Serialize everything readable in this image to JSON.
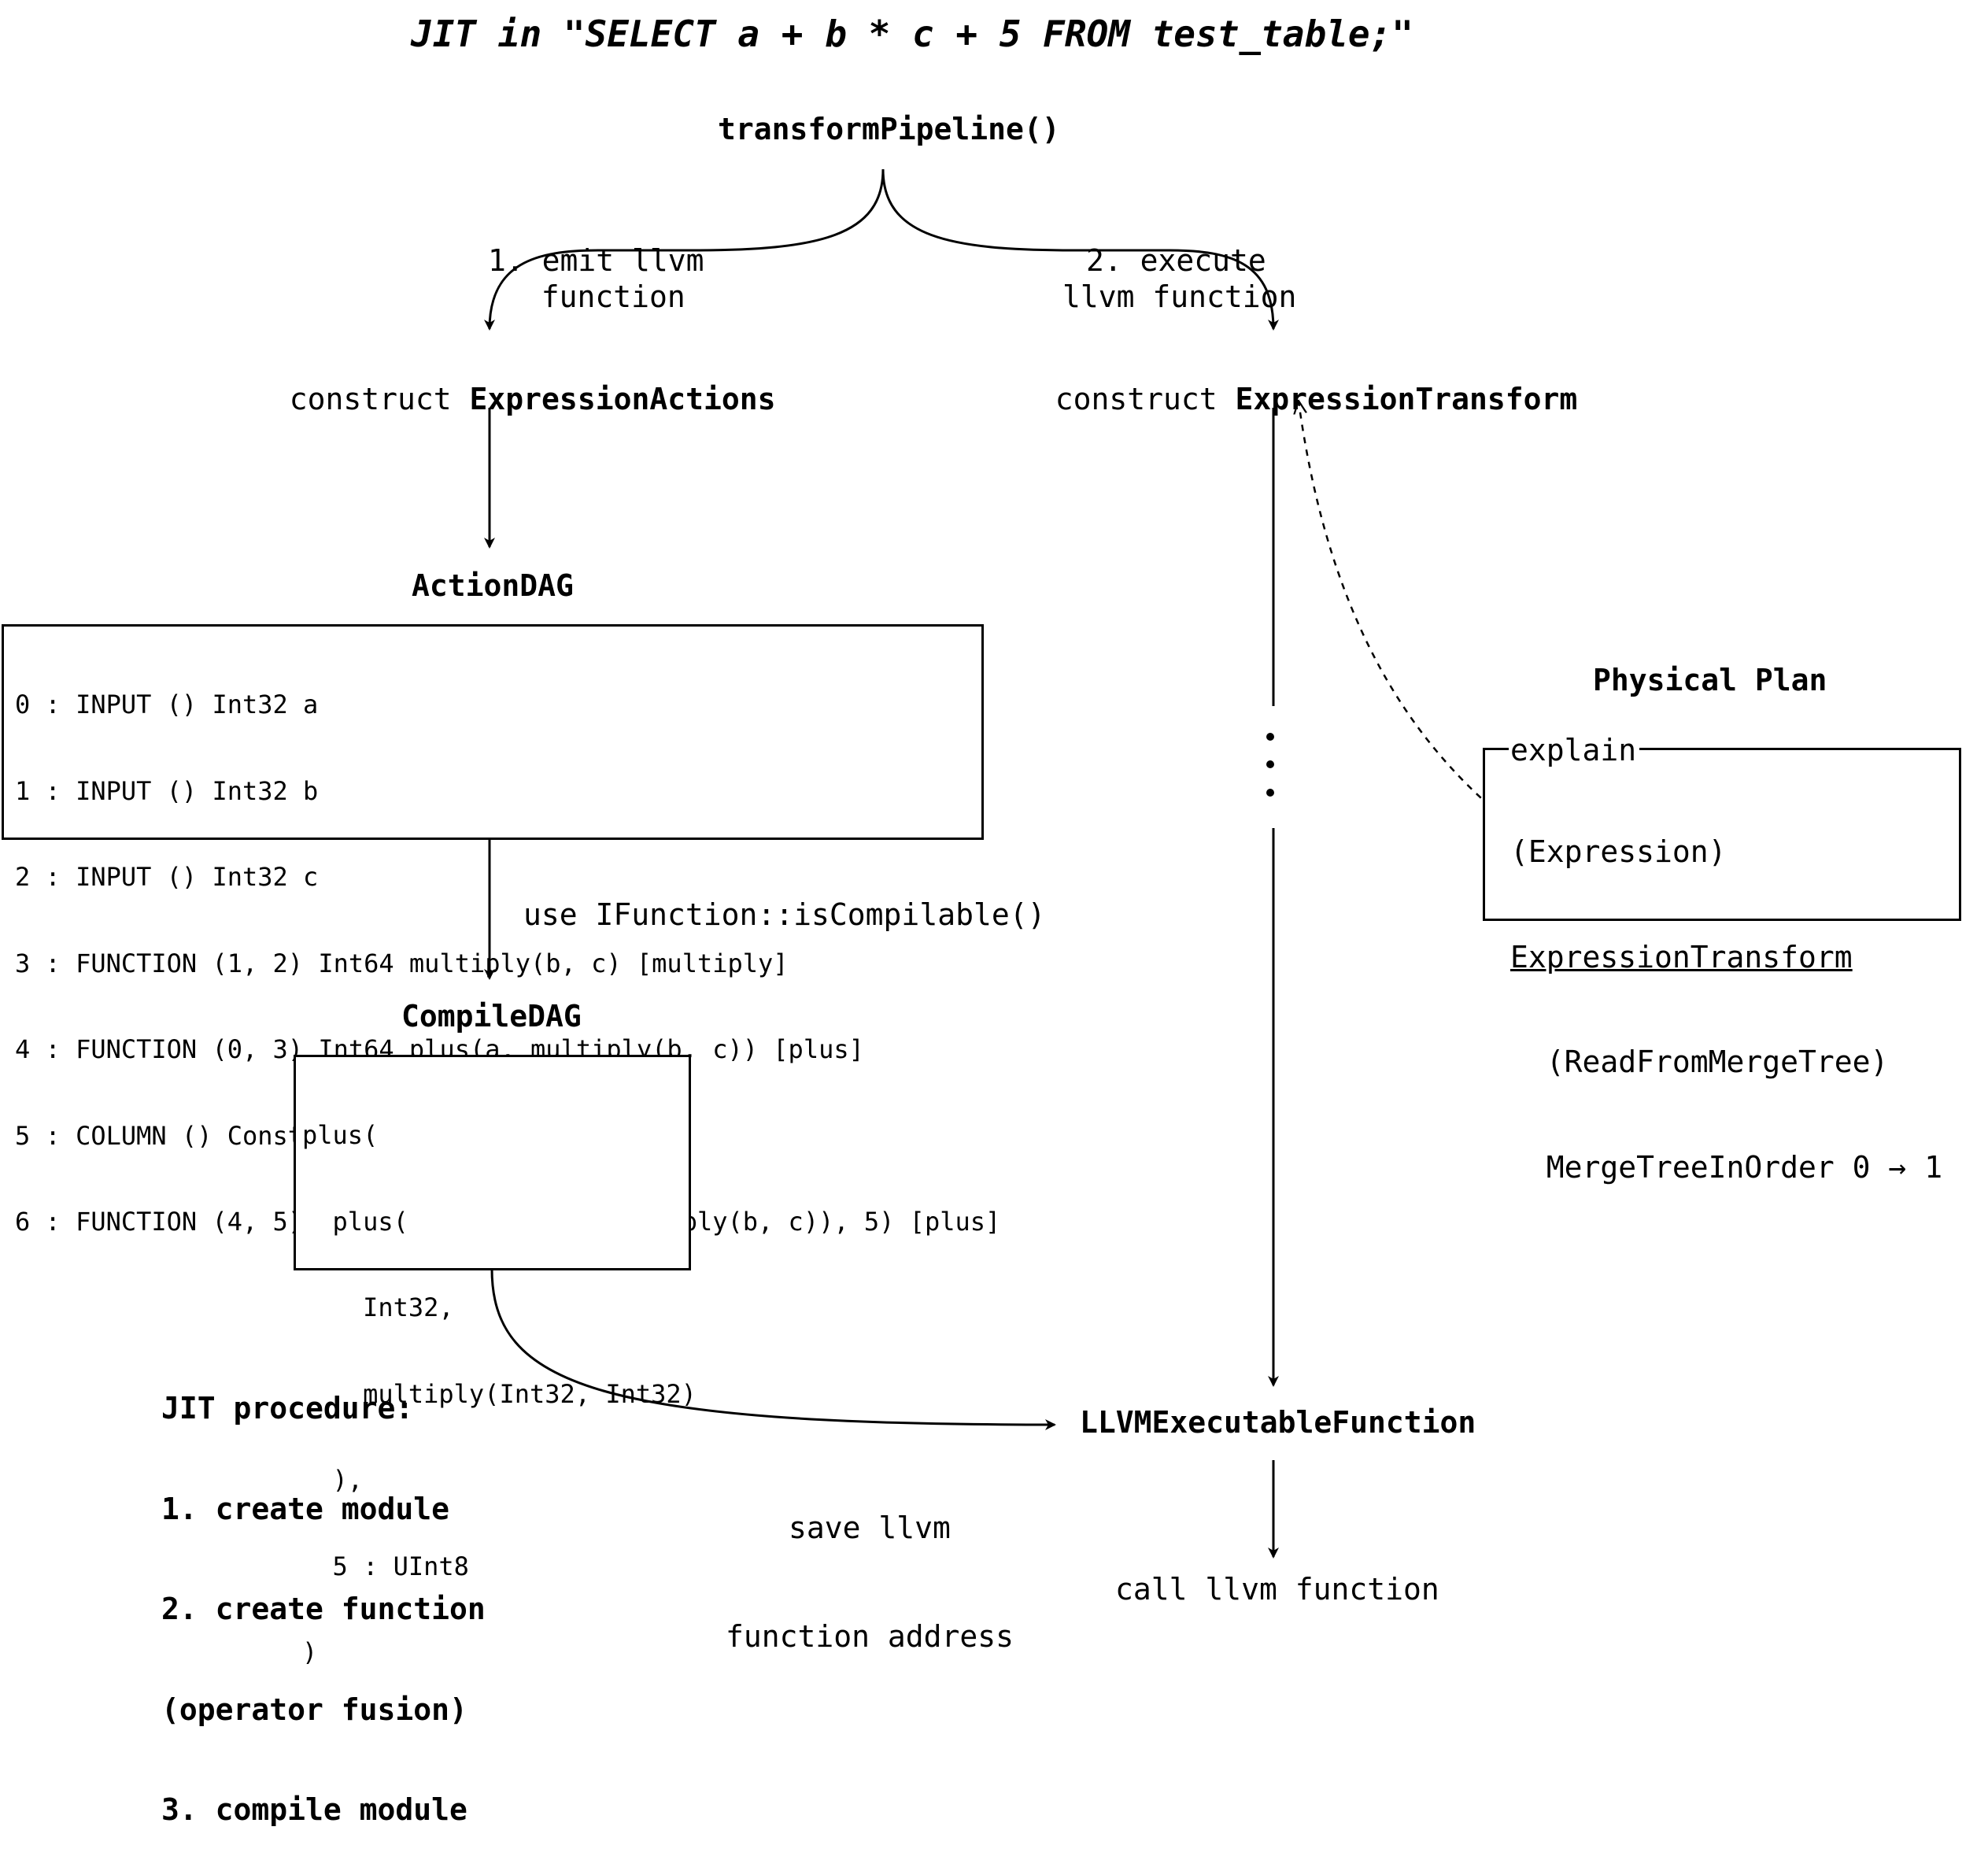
{
  "title": "JIT in \"SELECT a + b * c + 5 FROM test_table;\"",
  "top_node": "transformPipeline()",
  "edge_emit": [
    "1. emit llvm",
    "function"
  ],
  "edge_execute": [
    "2. execute",
    "llvm function"
  ],
  "left_construct": {
    "prefix": "construct ",
    "name": "ExpressionActions"
  },
  "right_construct": {
    "prefix": "construct ",
    "name": "ExpressionTransform"
  },
  "action_dag": {
    "heading": "ActionDAG",
    "lines": [
      "0 : INPUT () Int32 a",
      "1 : INPUT () Int32 b",
      "2 : INPUT () Int32 c",
      "3 : FUNCTION (1, 2) Int64 multiply(b, c) [multiply]",
      "4 : FUNCTION (0, 3) Int64 plus(a, multiply(b, c)) [plus]",
      "5 : COLUMN () Const(UInt8) UInt8 5",
      "6 : FUNCTION (4, 5) Int64 plus(plus(a, multiply(b, c)), 5) [plus]"
    ]
  },
  "edge_compilable": "use IFunction::isCompilable()",
  "compile_dag": {
    "heading": "CompileDAG",
    "lines": [
      "plus(",
      "  plus(",
      "    Int32,",
      "    multiply(Int32, Int32)",
      "  ),",
      "  5 : UInt8",
      ")"
    ]
  },
  "jit_procedure": [
    "JIT procedure:",
    "1. create module",
    "2. create function",
    "(operator fusion)",
    "3. compile module"
  ],
  "edge_save": [
    "save llvm",
    "function address"
  ],
  "llvm_node": "LLVMExecutableFunction",
  "final_node": "call llvm function",
  "physical_plan": {
    "heading": "Physical Plan",
    "legend": "explain",
    "lines": [
      "(Expression)",
      "ExpressionTransform",
      "  (ReadFromMergeTree)",
      "  MergeTreeInOrder 0 → 1"
    ]
  }
}
